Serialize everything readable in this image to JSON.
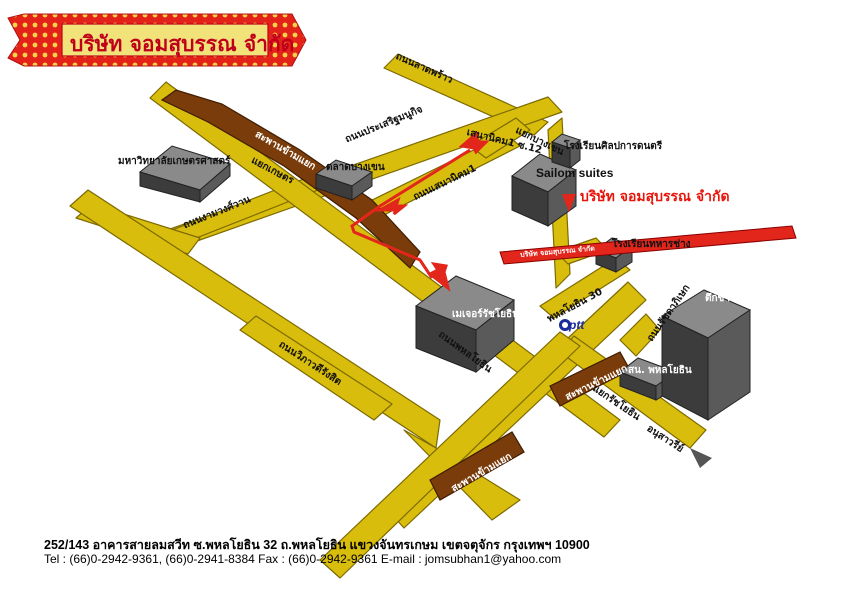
{
  "banner": {
    "company_name": "บริษัท จอมสุบรรณ จำกัด"
  },
  "roads": {
    "lat_phrao": "ถนนลาดพร้าว",
    "phahonyothin": "ถนนพหลโยธิน",
    "ngamwongwan": "ถนนงามวงศ์วาน",
    "vibhavadi": "ถนนวิภาวดีรังสิต",
    "senanikom1": "ถนนเสนานิคม1",
    "senanikom1_soi12": "เสนานิคม1 ซ.12",
    "prasertmanukit": "ถนนประเสริฐมนูกิจ",
    "ratchada": "ถนนรัชดาภิเษก",
    "phahonyothin_30": "พหลโยธิน 30",
    "anusawari": "อนุสาวรีย์"
  },
  "junctions": {
    "kaset": "แยกเกษตร",
    "bang_khen": "แยกบางเขน",
    "ratchayothin": "แยกรัชโยธิน"
  },
  "bridges": {
    "kaset": "สะพานข้ามแยก",
    "ratchayothin": "สะพานข้ามแยก",
    "lower": "สะพานข้ามแยก"
  },
  "places": {
    "kasetsart": "มหาวิทยาลัยเกษตรศาสตร์",
    "bangkhen_market": "ตลาดบางเขน",
    "major_ratchayothin": "เมเจอร์รัชโยธิน",
    "sailom_suites": "Sailom suites",
    "arts_school": "โรงเรียนศิลปการดนตรี",
    "engineer_school": "โรงเรียนทหารช่าง",
    "ptt": "ptt",
    "police_station": "สน. พหลโยธิน",
    "chang_building": "ตึกช้าง"
  },
  "company_marker": {
    "label": "บริษัท จอมสุบรรณ จำกัด",
    "sign_text": "บริษัท จอมสุบรรณ จำกัด"
  },
  "address": {
    "line1": "252/143 อาคารสายลมสวีท ซ.พหลโยธิน 32 ถ.พหลโยธิน แขวงจันทรเกษม เขตจตุจักร กรุงเทพฯ 10900",
    "line2": "Tel : (66)0-2942-9361, (66)0-2941-8384 Fax : (66)0-2942-9361 E-mail : jomsubhan1@yahoo.com"
  },
  "colors": {
    "road": "#d9bd0c",
    "road_edge": "#7d6a00",
    "bridge": "#7a3c0a",
    "building_top": "#8a8a8a",
    "building_front": "#3c3c3c",
    "building_side": "#5a5a5a",
    "route_arrow": "#e3261c",
    "banner_border": "#e0201a",
    "banner_fill": "#f2e27a"
  }
}
